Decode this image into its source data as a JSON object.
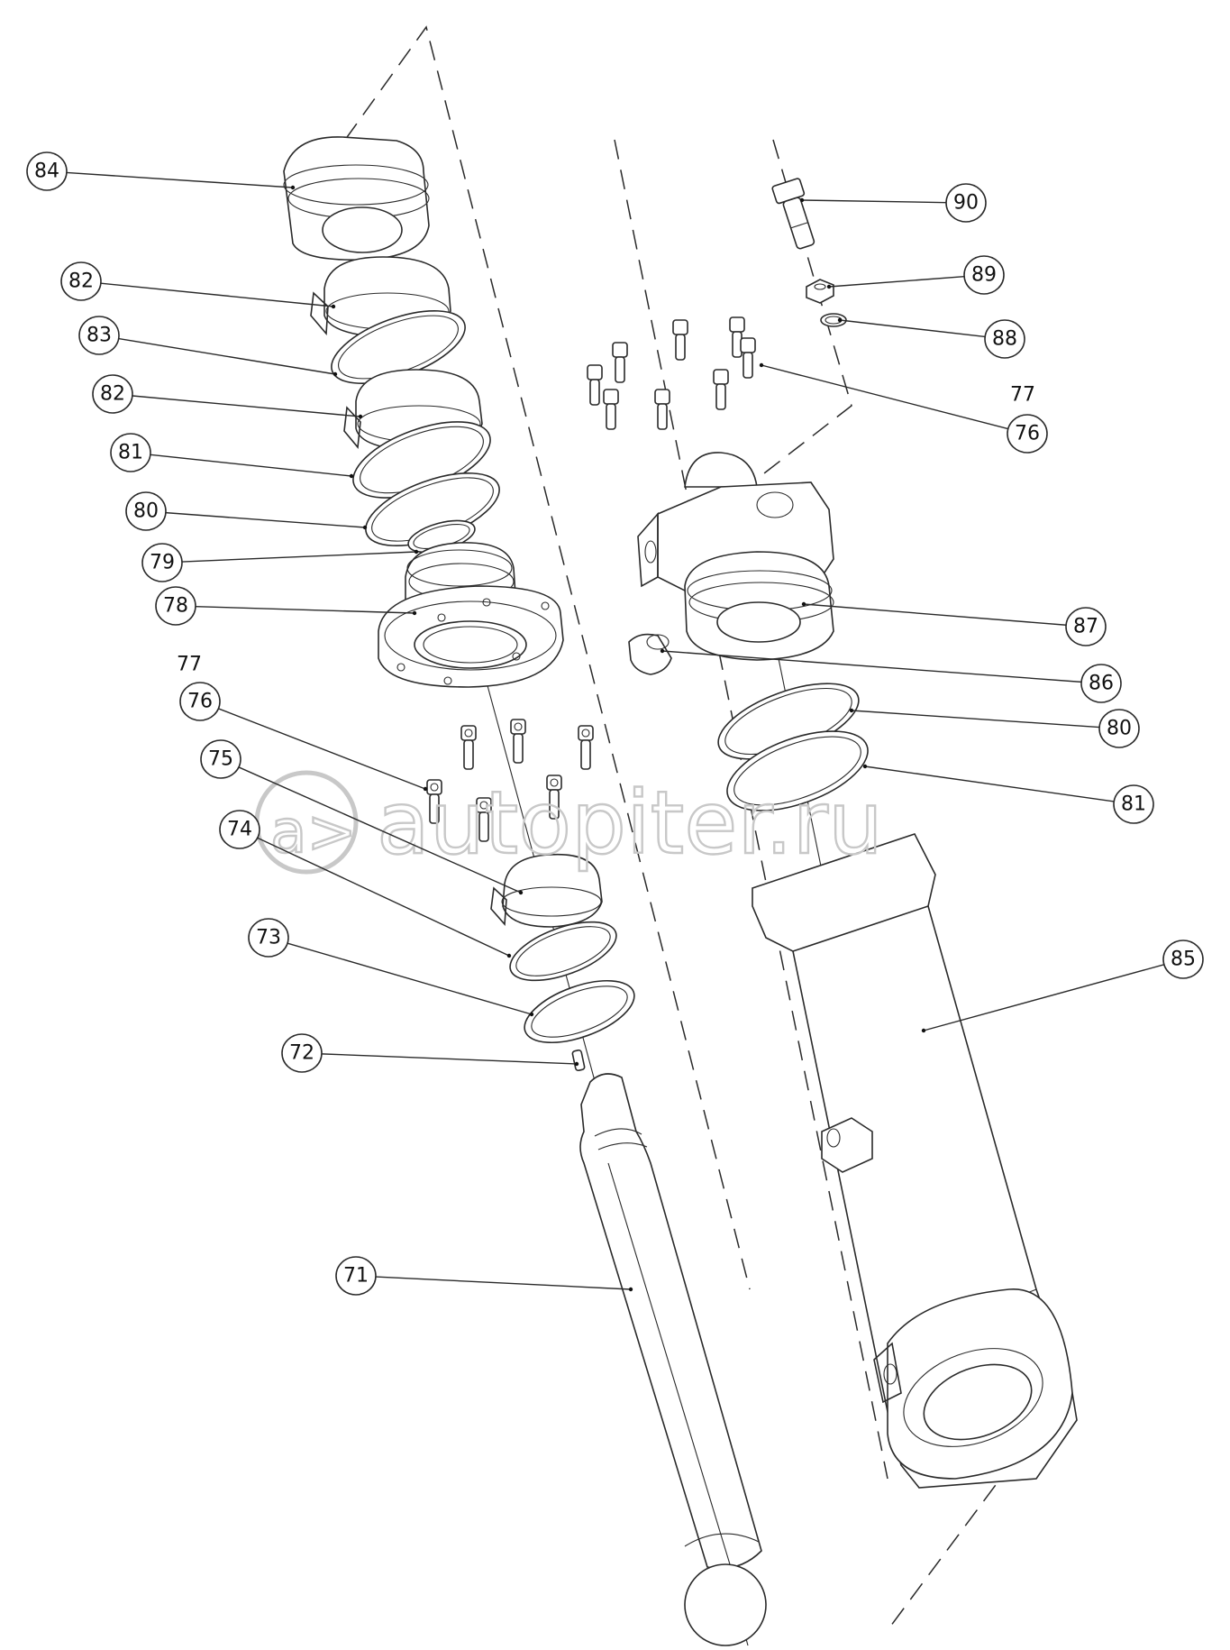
{
  "watermark": {
    "text": "autopiter.ru",
    "logo_glyph": "a>"
  },
  "corner_mark": "",
  "callouts": [
    {
      "label": "84"
    },
    {
      "label": "82"
    },
    {
      "label": "83"
    },
    {
      "label": "82"
    },
    {
      "label": "81"
    },
    {
      "label": "80"
    },
    {
      "label": "79"
    },
    {
      "label": "78"
    },
    {
      "label": "76"
    },
    {
      "label": "75"
    },
    {
      "label": "74"
    },
    {
      "label": "73"
    },
    {
      "label": "72"
    },
    {
      "label": "71"
    },
    {
      "label": "90"
    },
    {
      "label": "89"
    },
    {
      "label": "88"
    },
    {
      "label": "76"
    },
    {
      "label": "87"
    },
    {
      "label": "86"
    },
    {
      "label": "80"
    },
    {
      "label": "81"
    },
    {
      "label": "85"
    }
  ],
  "bare_labels": [
    {
      "label": "77"
    },
    {
      "label": "77"
    }
  ]
}
